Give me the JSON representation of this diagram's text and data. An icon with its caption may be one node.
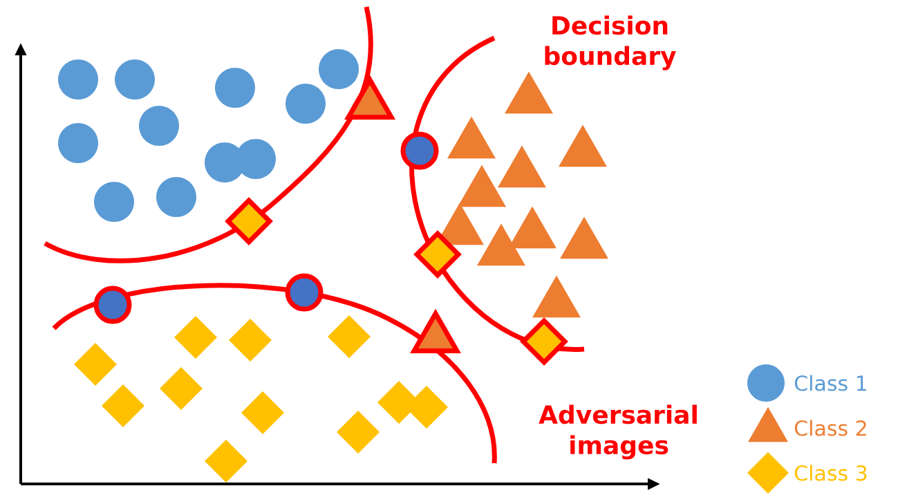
{
  "diagram": {
    "labels": [
      "Decision boundary",
      "Adversarial images"
    ],
    "legend": [
      {
        "text": "Class 1"
      },
      {
        "text": "Class 2"
      },
      {
        "text": "Class 3"
      }
    ]
  }
}
